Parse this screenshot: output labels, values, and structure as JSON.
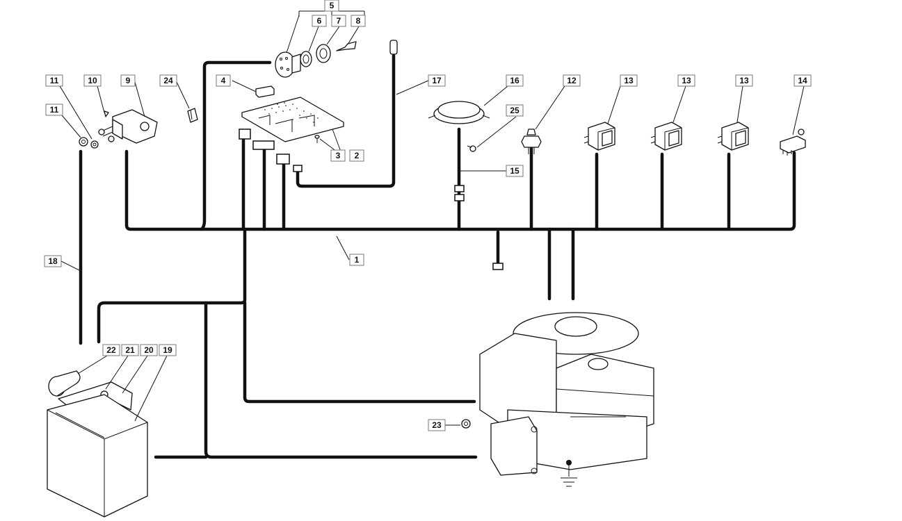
{
  "callouts": {
    "c1": "1",
    "c2": "2",
    "c3": "3",
    "c4": "4",
    "c5": "5",
    "c6": "6",
    "c7": "7",
    "c8": "8",
    "c9": "9",
    "c10": "10",
    "c11a": "11",
    "c11b": "11",
    "c12": "12",
    "c13a": "13",
    "c13b": "13",
    "c13c": "13",
    "c14": "14",
    "c15": "15",
    "c16": "16",
    "c17": "17",
    "c18": "18",
    "c19": "19",
    "c20": "20",
    "c21": "21",
    "c22": "22",
    "c23": "23",
    "c24": "24",
    "c25": "25"
  }
}
